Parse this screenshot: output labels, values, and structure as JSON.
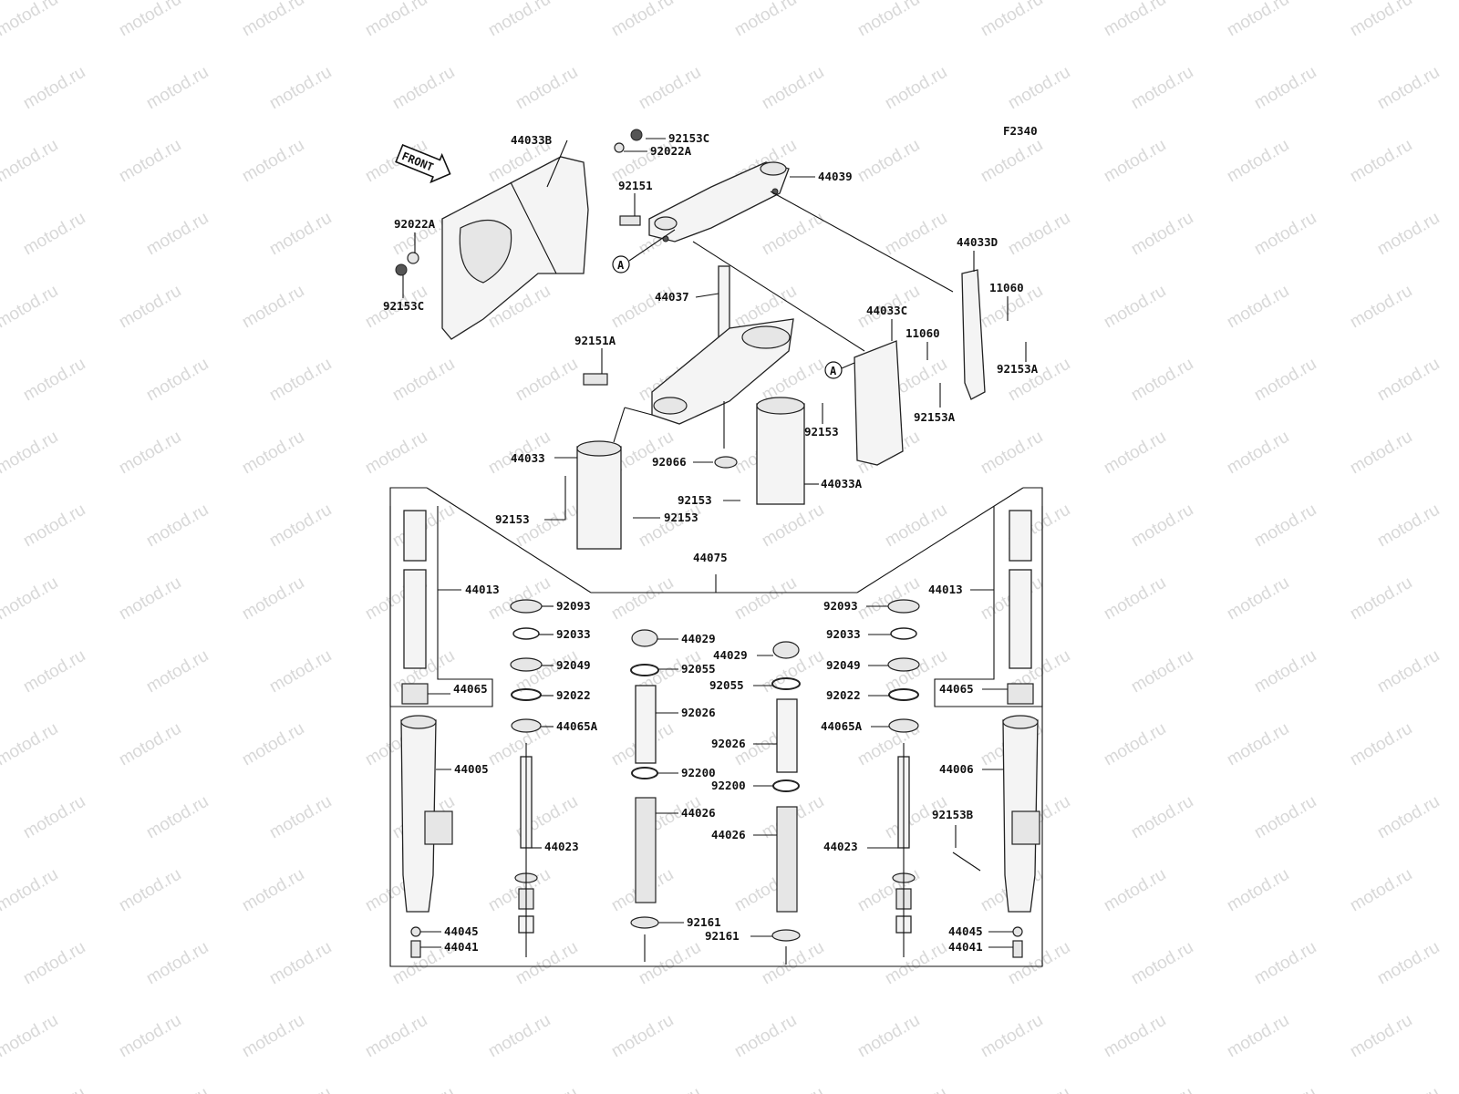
{
  "watermark": "motod.ru",
  "figure_code": "F2340",
  "front_label": "FRONT",
  "ref_marker": "A",
  "parts": {
    "p44033B": "44033B",
    "p92153C_top": "92153C",
    "p92022A_top": "92022A",
    "p92151": "92151",
    "p44039": "44039",
    "p92022A_left": "92022A",
    "p92153C_left": "92153C",
    "p44037": "44037",
    "p44033D": "44033D",
    "p11060_right": "11060",
    "p92153A_right": "92153A",
    "p44033C": "44033C",
    "p11060_mid": "11060",
    "p92153A_mid": "92153A",
    "p92151A": "92151A",
    "p92153_mid": "92153",
    "p44033": "44033",
    "p92066": "92066",
    "p44033A": "44033A",
    "p92153_center": "92153",
    "p92153_lowleft": "92153",
    "p92153_lowmid": "92153",
    "p44075": "44075",
    "p44013_left": "44013",
    "p92093_left": "92093",
    "p92033_left": "92033",
    "p44029_left": "44029",
    "p92049_left": "92049",
    "p92055_left": "92055",
    "p44065_left": "44065",
    "p92022_left": "92022",
    "p92026_left": "92026",
    "p44065A_left": "44065A",
    "p44005": "44005",
    "p92200_left": "92200",
    "p44026_left": "44026",
    "p44023_left": "44023",
    "p92161_left": "92161",
    "p44045_left": "44045",
    "p44041_left": "44041",
    "p92093_right": "92093",
    "p44013_right": "44013",
    "p44029_right": "44029",
    "p92033_right": "92033",
    "p92049_right": "92049",
    "p92055_right": "92055",
    "p92022_right": "92022",
    "p44065_right": "44065",
    "p44065A_right": "44065A",
    "p92026_right": "92026",
    "p44006": "44006",
    "p92200_right": "92200",
    "p92153B": "92153B",
    "p44026_right": "44026",
    "p44023_right": "44023",
    "p92161_right": "92161",
    "p44045_right": "44045",
    "p44041_right": "44041"
  }
}
